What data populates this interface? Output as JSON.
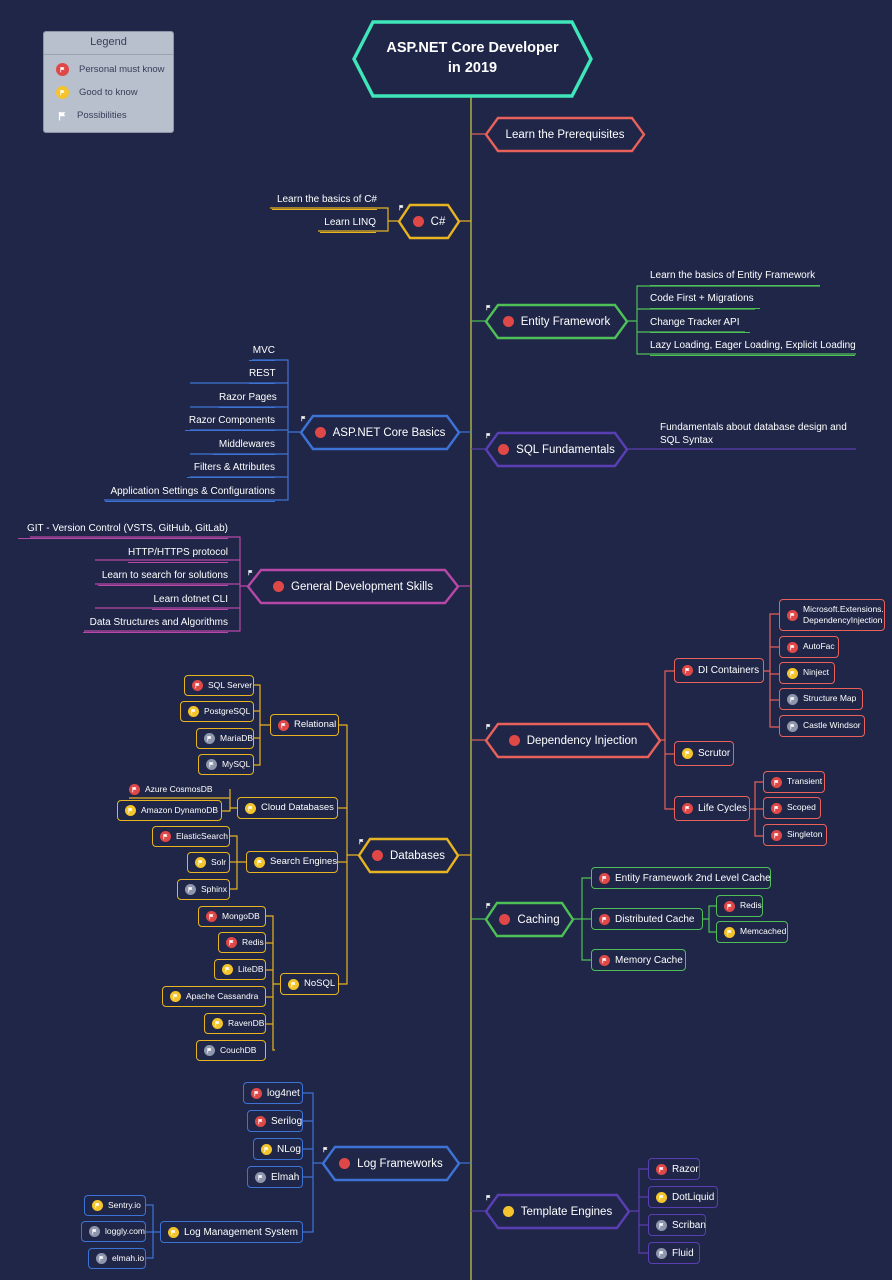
{
  "title": "ASP.NET Core Developer in 2019",
  "legend": {
    "title": "Legend",
    "items": [
      {
        "label": "Personal must know",
        "flag": "red"
      },
      {
        "label": "Good to know",
        "flag": "yellow"
      },
      {
        "label": "Possibilities",
        "flag": "white"
      }
    ]
  },
  "colors": {
    "background": "#1f2647",
    "spine": "#b7b93c",
    "title_border": "#3fe6b9",
    "prereq": "#e8615a",
    "csharp": "#e8b422",
    "ef": "#4fbf58",
    "aspnet": "#3e73d6",
    "sql": "#5a3fb4",
    "general": "#b748a8",
    "di": "#e8615a",
    "databases": "#e8b422",
    "caching": "#4fbf58",
    "logging": "#3e73d6",
    "templates": "#5a3fb4"
  },
  "topics": {
    "prereq": {
      "label": "Learn the Prerequisites"
    },
    "csharp": {
      "label": "C#",
      "items": [
        "Learn the basics of C#",
        "Learn LINQ"
      ]
    },
    "ef": {
      "label": "Entity Framework",
      "items": [
        "Learn the basics of Entity Framework",
        "Code First + Migrations",
        "Change Tracker API",
        "Lazy Loading, Eager Loading, Explicit Loading"
      ]
    },
    "aspnet": {
      "label": "ASP.NET Core Basics",
      "items": [
        "MVC",
        "REST",
        "Razor Pages",
        "Razor Components",
        "Middlewares",
        "Filters & Attributes",
        "Application Settings & Configurations"
      ]
    },
    "sql": {
      "label": "SQL Fundamentals",
      "note": "Fundamentals about database design and SQL Syntax"
    },
    "general": {
      "label": "General Development Skills",
      "items": [
        "GIT - Version Control (VSTS, GitHub, GitLab)",
        "HTTP/HTTPS protocol",
        "Learn to search for solutions",
        "Learn dotnet CLI",
        "Data Structures and Algorithms"
      ]
    },
    "di": {
      "label": "Dependency Injection",
      "di_containers": {
        "label": "DI Containers",
        "items": [
          {
            "label": "Microsoft.Extensions.\nDependencyInjection",
            "flag": "red"
          },
          {
            "label": "AutoFac",
            "flag": "red"
          },
          {
            "label": "Ninject",
            "flag": "yellow"
          },
          {
            "label": "Structure Map",
            "flag": "white"
          },
          {
            "label": "Castle Windsor",
            "flag": "white"
          }
        ]
      },
      "scrutor": {
        "label": "Scrutor"
      },
      "life_cycles": {
        "label": "Life Cycles",
        "items": [
          {
            "label": "Transient",
            "flag": "red"
          },
          {
            "label": "Scoped",
            "flag": "red"
          },
          {
            "label": "Singleton",
            "flag": "red"
          }
        ]
      }
    },
    "databases": {
      "label": "Databases",
      "relational": {
        "label": "Relational",
        "items": [
          {
            "label": "SQL Server",
            "flag": "red"
          },
          {
            "label": "PostgreSQL",
            "flag": "yellow"
          },
          {
            "label": "MariaDB",
            "flag": "white"
          },
          {
            "label": "MySQL",
            "flag": "white"
          }
        ]
      },
      "cloud": {
        "label": "Cloud Databases",
        "items": [
          {
            "label": "Azure CosmosDB",
            "flag": "red"
          },
          {
            "label": "Amazon DynamoDB",
            "flag": "yellow"
          }
        ]
      },
      "search": {
        "label": "Search Engines",
        "items": [
          {
            "label": "ElasticSearch",
            "flag": "red"
          },
          {
            "label": "Solr",
            "flag": "yellow"
          },
          {
            "label": "Sphinx",
            "flag": "white"
          }
        ]
      },
      "nosql": {
        "label": "NoSQL",
        "items": [
          {
            "label": "MongoDB",
            "flag": "red"
          },
          {
            "label": "Redis",
            "flag": "red"
          },
          {
            "label": "LiteDB",
            "flag": "yellow"
          },
          {
            "label": "Apache Cassandra",
            "flag": "yellow"
          },
          {
            "label": "RavenDB",
            "flag": "yellow"
          },
          {
            "label": "CouchDB",
            "flag": "white"
          }
        ]
      }
    },
    "caching": {
      "label": "Caching",
      "ef2": {
        "label": "Entity Framework 2nd Level Cache"
      },
      "distributed": {
        "label": "Distributed Cache",
        "items": [
          {
            "label": "Redis",
            "flag": "red"
          },
          {
            "label": "Memcached",
            "flag": "yellow"
          }
        ]
      },
      "memory": {
        "label": "Memory Cache"
      }
    },
    "logging": {
      "label": "Log Frameworks",
      "items": [
        {
          "label": "log4net",
          "flag": "red"
        },
        {
          "label": "Serilog",
          "flag": "red"
        },
        {
          "label": "NLog",
          "flag": "yellow"
        },
        {
          "label": "Elmah",
          "flag": "white"
        }
      ],
      "management": {
        "label": "Log Management System",
        "items": [
          {
            "label": "Sentry.io",
            "flag": "yellow"
          },
          {
            "label": "loggly.com",
            "flag": "white"
          },
          {
            "label": "elmah.io",
            "flag": "white"
          }
        ]
      }
    },
    "templates": {
      "label": "Template Engines",
      "items": [
        {
          "label": "Razor",
          "flag": "red"
        },
        {
          "label": "DotLiquid",
          "flag": "yellow"
        },
        {
          "label": "Scriban",
          "flag": "white"
        },
        {
          "label": "Fluid",
          "flag": "white"
        }
      ]
    }
  }
}
